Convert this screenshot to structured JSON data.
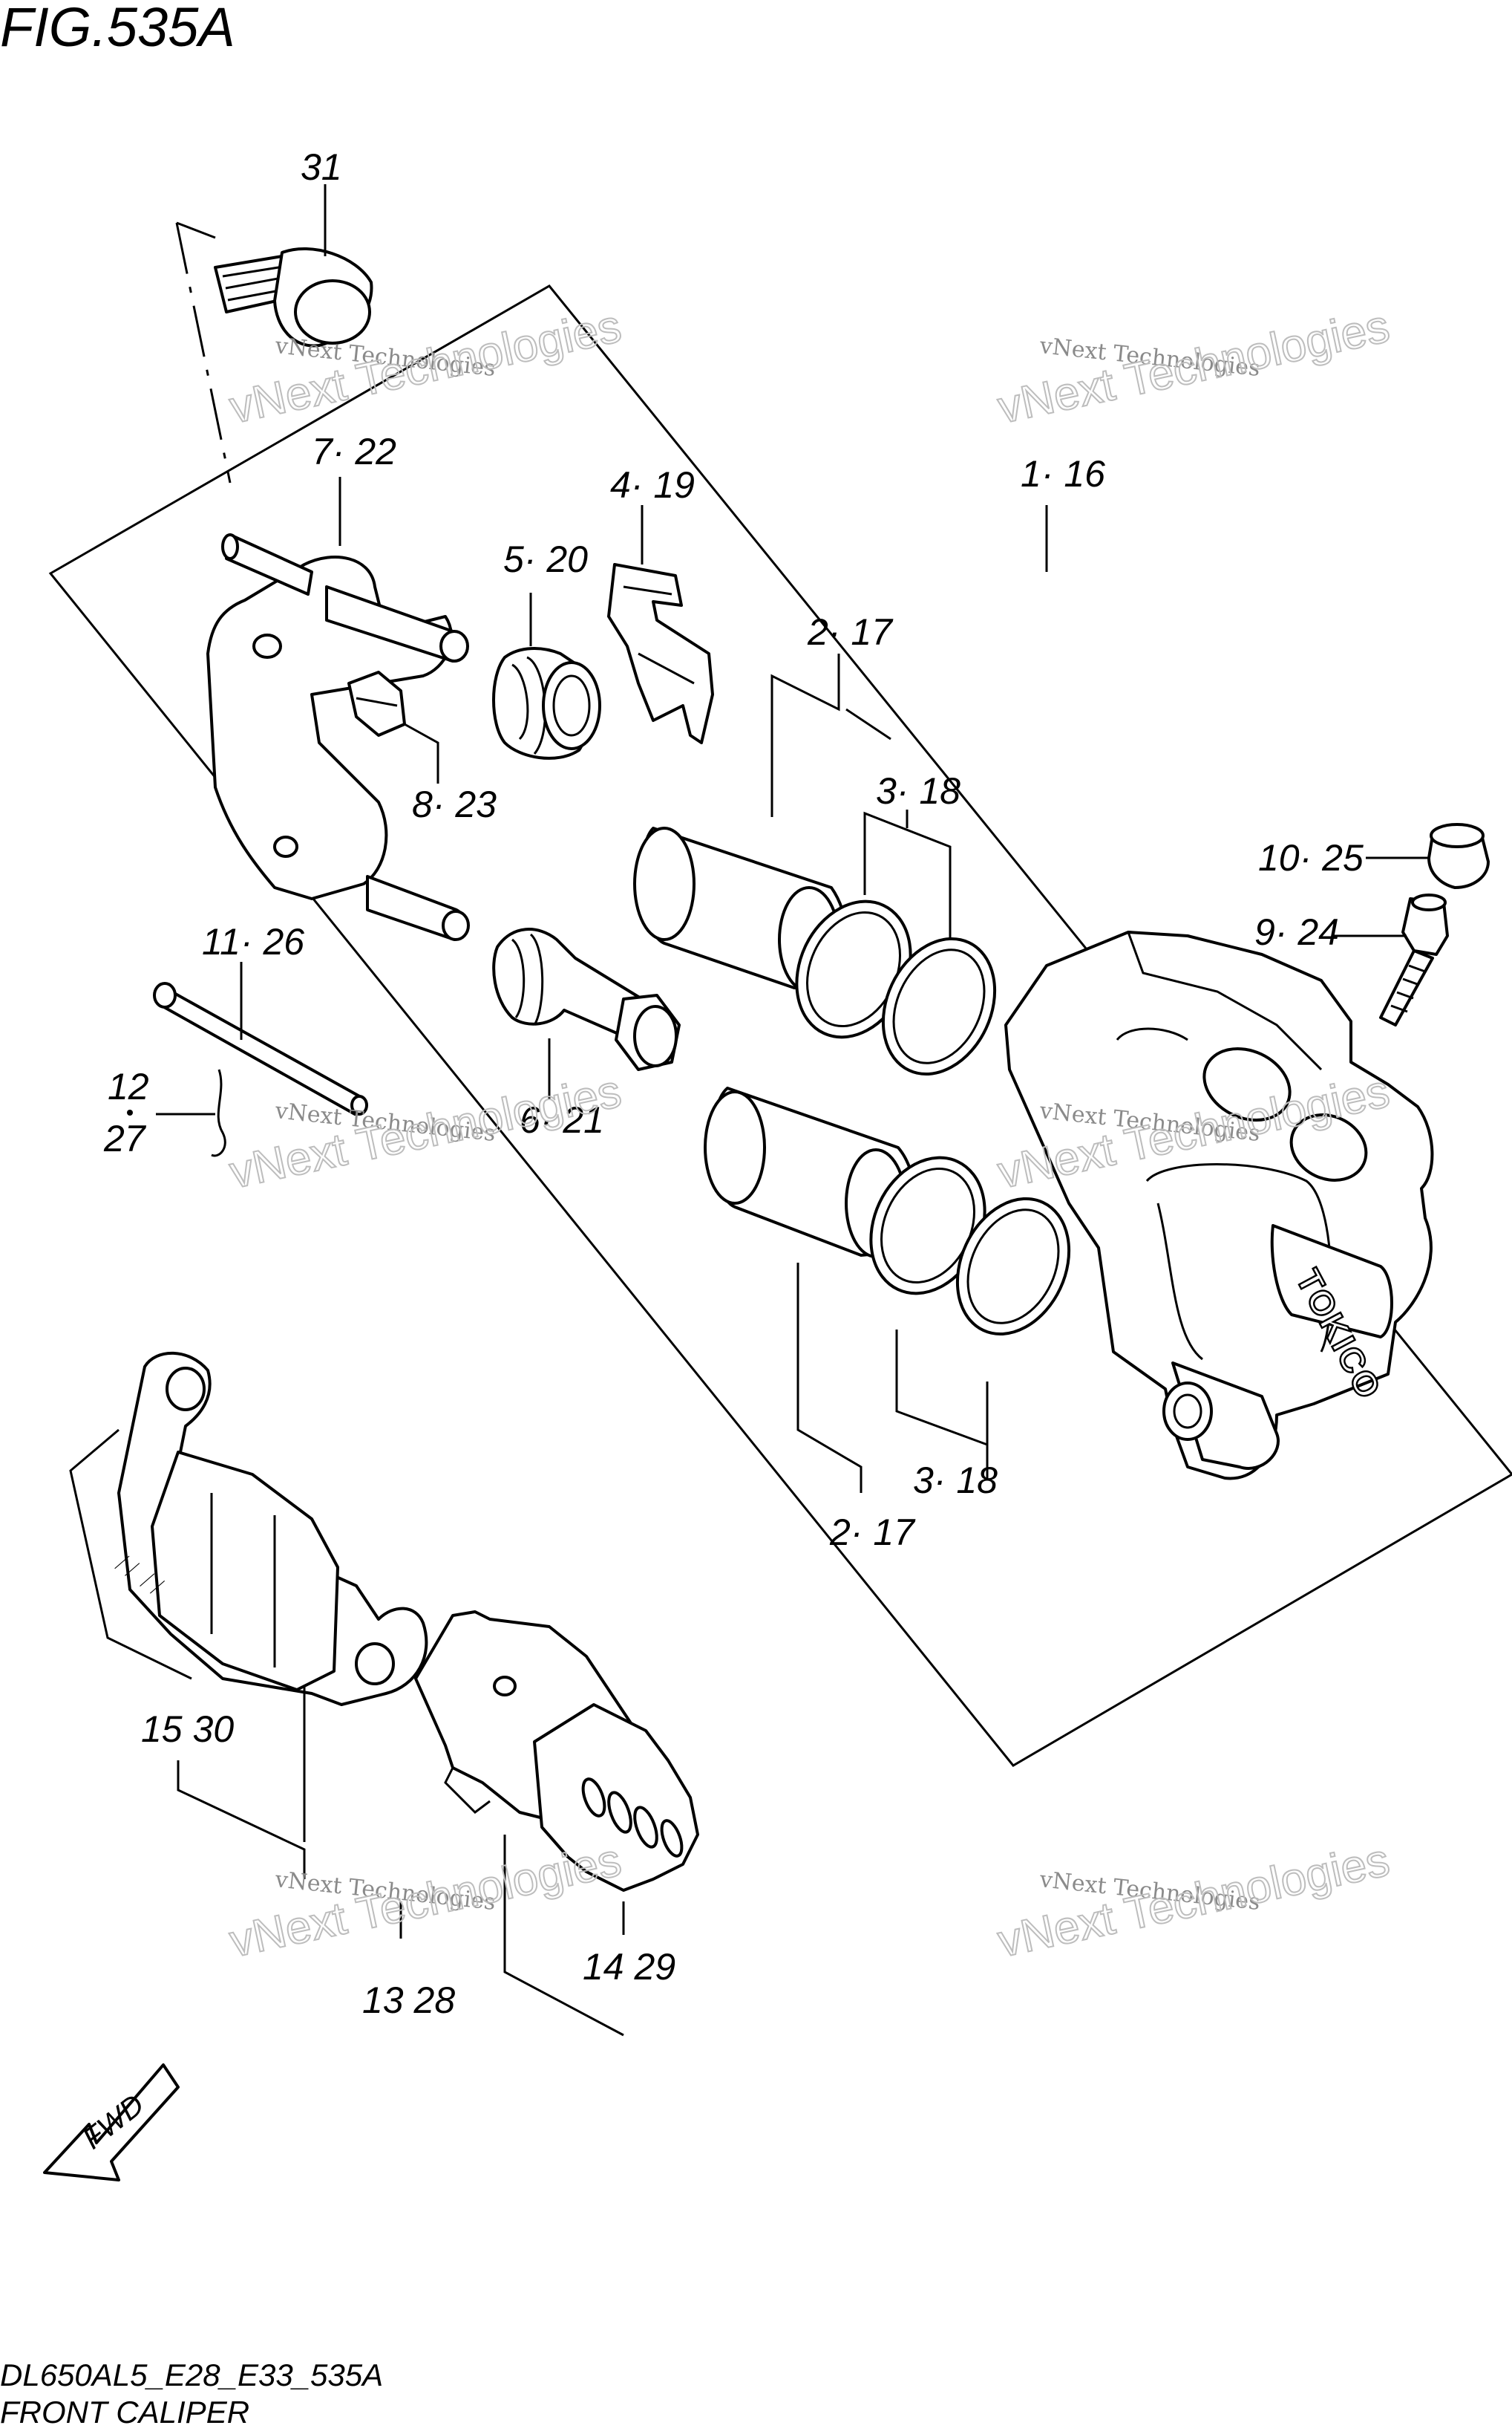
{
  "figure": {
    "title": "FIG.535A",
    "model_code": "DL650AL5_E28_E33_535A",
    "section_name": "FRONT CALIPER",
    "fwd_label": "FWD",
    "brand_mark": "TOKICO"
  },
  "watermark": {
    "line1": "vNext Technologies",
    "line2": "vNext Technologies"
  },
  "callouts": [
    {
      "id": "c31",
      "text": "31"
    },
    {
      "id": "c7-22",
      "text": "7· 22"
    },
    {
      "id": "c4-19",
      "text": "4· 19"
    },
    {
      "id": "c5-20",
      "text": "5· 20"
    },
    {
      "id": "c1-16",
      "text": "1· 16"
    },
    {
      "id": "c2-17a",
      "text": "2· 17"
    },
    {
      "id": "c3-18a",
      "text": "3· 18"
    },
    {
      "id": "c8-23",
      "text": "8· 23"
    },
    {
      "id": "c10-25",
      "text": "10· 25"
    },
    {
      "id": "c9-24",
      "text": "9· 24"
    },
    {
      "id": "c11-26",
      "text": "11· 26"
    },
    {
      "id": "c12",
      "text": "12"
    },
    {
      "id": "c27",
      "text": "27"
    },
    {
      "id": "c6-21",
      "text": "6· 21"
    },
    {
      "id": "c3-18b",
      "text": "3· 18"
    },
    {
      "id": "c2-17b",
      "text": "2· 17"
    },
    {
      "id": "c15-30",
      "text": "15 30"
    },
    {
      "id": "c13-28",
      "text": "13 28"
    },
    {
      "id": "c14-29",
      "text": "14 29"
    }
  ]
}
